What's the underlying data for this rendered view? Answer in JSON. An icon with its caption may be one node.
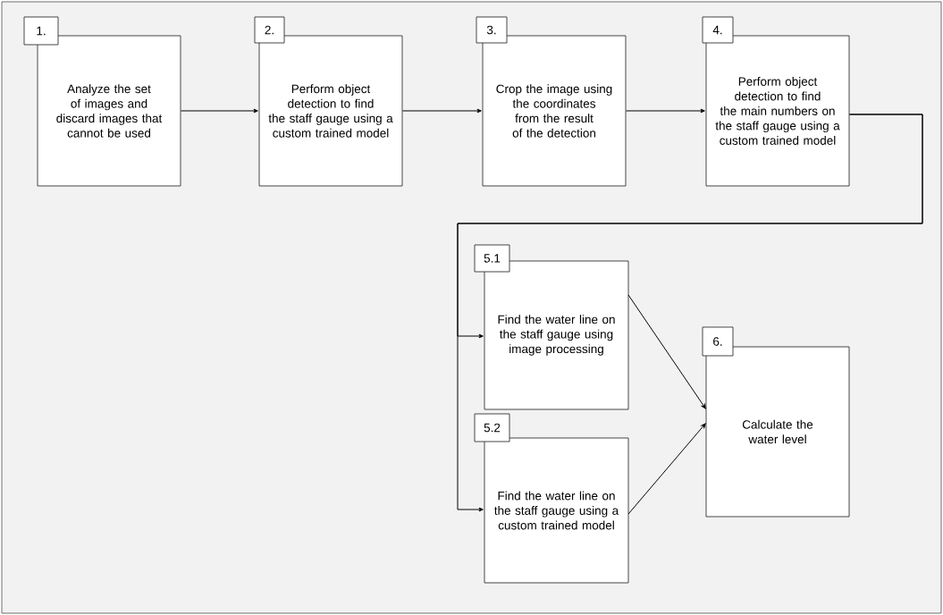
{
  "diagram": {
    "nodes": [
      {
        "text": [
          "1.",
          "Analyze the set of images and discard images that cannot be used"
        ]
      },
      {
        "text": [
          "2.",
          "Perform object detection to find the staff gauge using a custom trained model"
        ]
      },
      {
        "text": [
          "3.",
          "Crop the image using the coordinates from the result of the detection"
        ]
      },
      {
        "text": [
          "4.",
          "Perform object detection to find the main numbers on the staff gauge using a custom trained model"
        ]
      },
      {
        "text": [
          "5.1",
          "Find the water line on the staff gauge using image processing"
        ]
      },
      {
        "text": [
          "5.2",
          "Find the water line on the staff gauge using a custom trained model"
        ]
      },
      {
        "text": [
          "6.",
          "Calculate the water level"
        ]
      }
    ],
    "edges": [
      {
        "from": 0,
        "to": 1,
        "arrow": "to"
      },
      {
        "from": 1,
        "to": 2,
        "arrow": "to"
      },
      {
        "from": 2,
        "to": 3,
        "arrow": "to"
      },
      {
        "from": 3,
        "to": 4,
        "arrow": "to"
      },
      {
        "from": 3,
        "to": 5,
        "arrow": "to"
      },
      {
        "from": 4,
        "to": 6,
        "arrow": "to"
      },
      {
        "from": 5,
        "to": 6,
        "arrow": "to"
      }
    ]
  }
}
